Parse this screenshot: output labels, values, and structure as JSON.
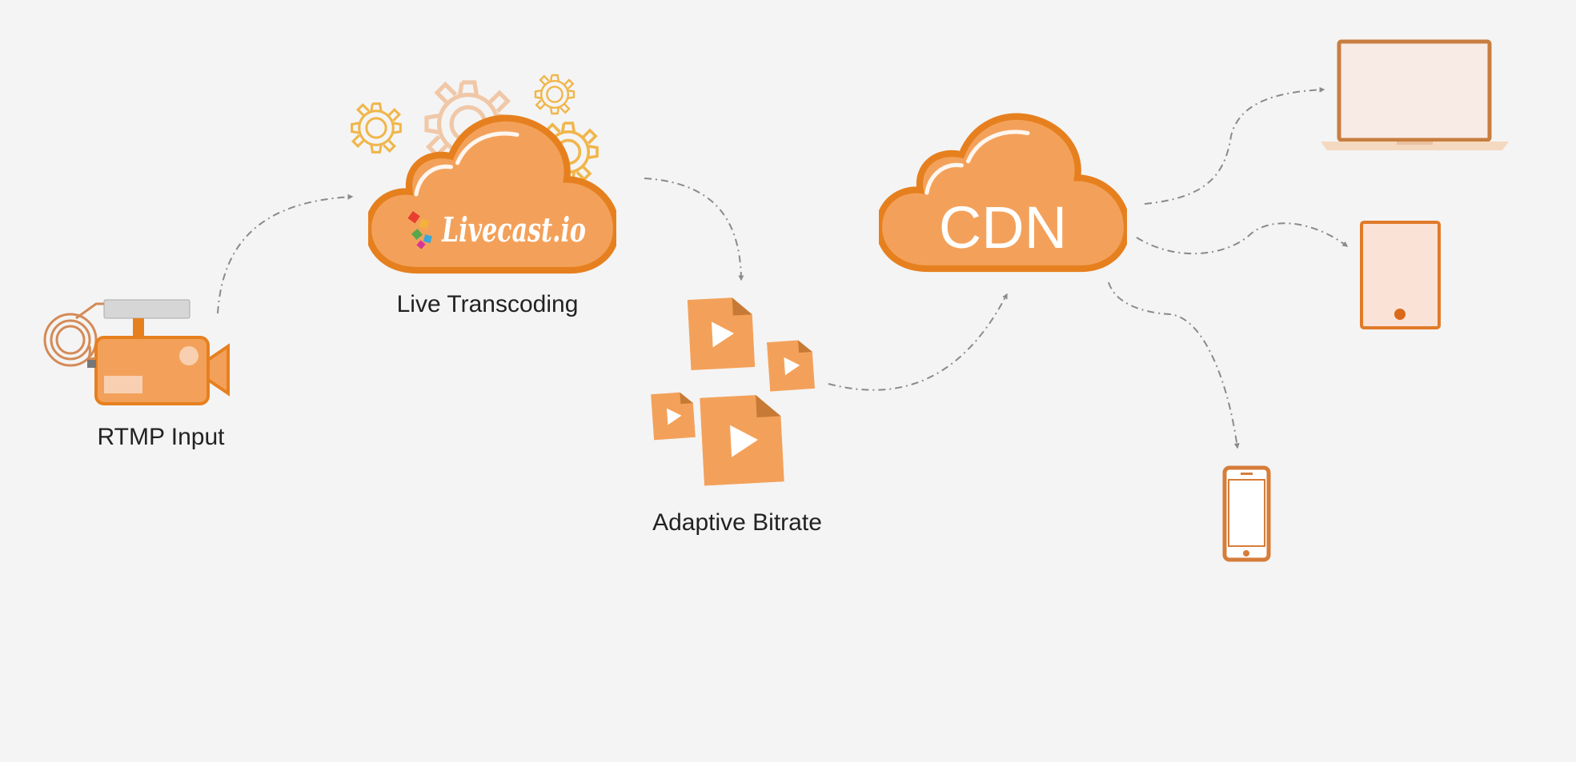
{
  "nodes": {
    "rtmp_input": {
      "label": "RTMP Input"
    },
    "live_transcoding": {
      "label": "Live Transcoding",
      "brand": "Livecast.io"
    },
    "adaptive_bitrate": {
      "label": "Adaptive Bitrate"
    },
    "cdn": {
      "label": "CDN"
    },
    "devices": [
      "laptop-icon",
      "tablet-icon",
      "smartphone-icon"
    ]
  },
  "colors": {
    "accent": "#f3a15a",
    "accent_dark": "#e6801f",
    "arrow": "#8a8a8a",
    "background": "#f4f4f4",
    "gear": "#f0b64a"
  }
}
